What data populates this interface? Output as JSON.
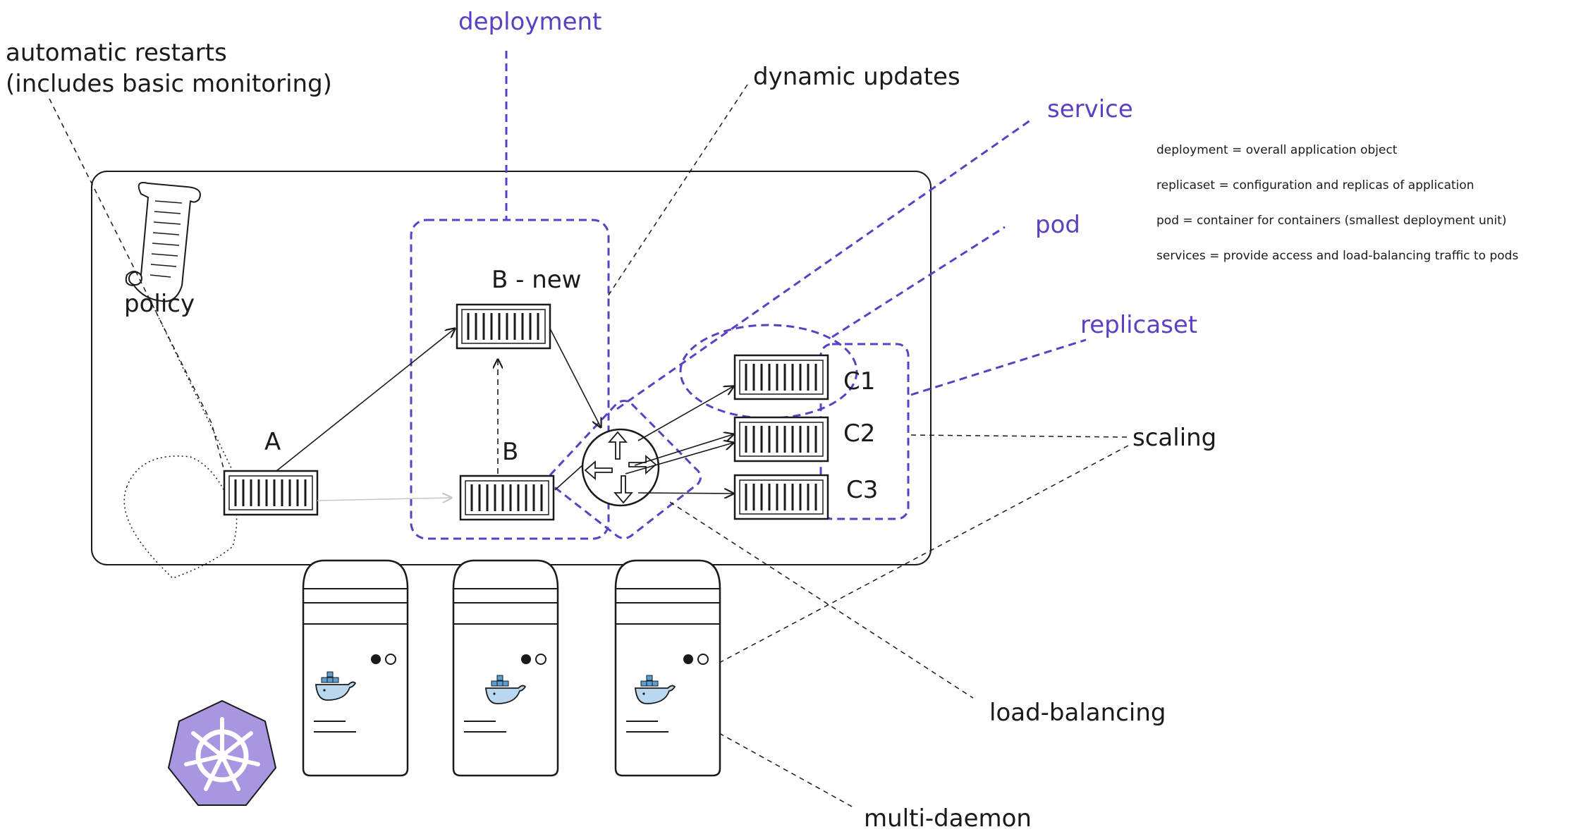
{
  "labels": {
    "automatic_restarts_line1": "automatic restarts",
    "automatic_restarts_line2": "(includes basic monitoring)",
    "deployment": "deployment",
    "dynamic_updates": "dynamic updates",
    "service": "service",
    "pod": "pod",
    "replicaset": "replicaset",
    "policy": "policy",
    "b_new": "B - new",
    "a": "A",
    "b": "B",
    "c1": "C1",
    "c2": "C2",
    "c3": "C3",
    "scaling": "scaling",
    "load_balancing": "load-balancing",
    "multi_daemon": "multi-daemon"
  },
  "definitions": [
    "deployment = overall application object",
    "replicaset = configuration and replicas of application",
    "pod = container for containers (smallest deployment unit)",
    "services = provide access and load-balancing traffic to pods"
  ],
  "colors": {
    "accent": "#5b3fc4",
    "ink": "#1a1a1a",
    "kubernetes_logo": "#a896e0",
    "docker_whale": "#5a9fd4"
  },
  "icons": [
    "scroll-icon",
    "router-icon",
    "docker-whale-icon",
    "kubernetes-logo-icon",
    "server-icon",
    "container-icon"
  ]
}
